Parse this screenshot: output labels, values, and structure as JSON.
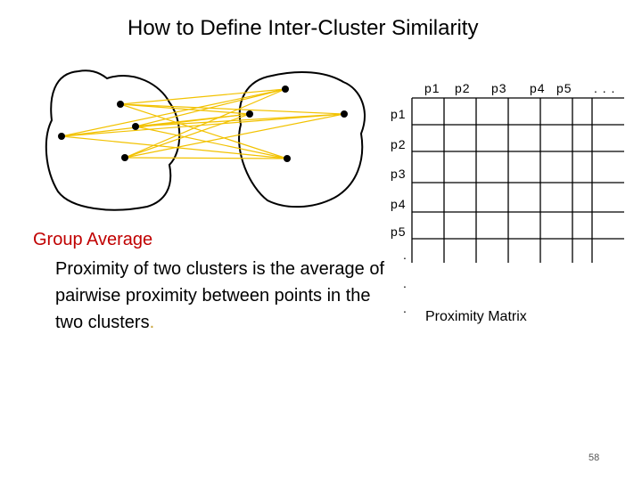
{
  "slide": {
    "title": "How to Define Inter-Cluster Similarity",
    "page_number": "58"
  },
  "matrix": {
    "column_headers": [
      "p1",
      "p2",
      "p3",
      "p4",
      "p5",
      ". . ."
    ],
    "row_headers": [
      "p1",
      "p2",
      "p3",
      "p4",
      "p5"
    ],
    "row_continuation": ".",
    "caption": "Proximity Matrix"
  },
  "text": {
    "heading": "Group Average",
    "description_line_1": "Proximity of two clusters is the average of",
    "description_line_2": "pairwise proximity between points in the",
    "description_line_3": "two clusters",
    "description_tail": "."
  },
  "colors": {
    "heading": "#c00000",
    "connection_lines": "#f2c200",
    "points": "#000000",
    "grid": "#000000"
  },
  "diagram": {
    "cluster_count": 2,
    "cluster_1_points": 4,
    "cluster_2_points": 4
  }
}
